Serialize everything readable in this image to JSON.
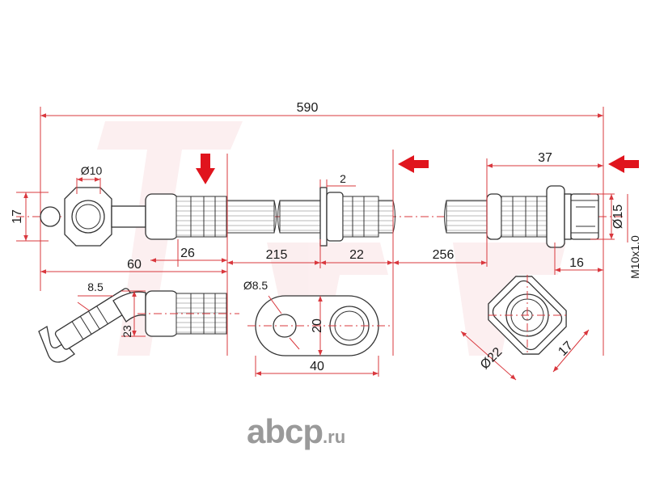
{
  "dimensions": {
    "total_length": "590",
    "eye_diameter": "Ø10",
    "eye_width": "17",
    "eye_to_first_end": "60",
    "first_fitting": "26",
    "span_1": "215",
    "bracket_width": "22",
    "bracket_thickness": "2",
    "span_2": "256",
    "end_fitting": "37",
    "end_diameter": "Ø15",
    "end_thread_len": "16",
    "thread": "M10x1.0",
    "bent_hole": "8.5",
    "bent_height": "23",
    "plate_hole": "Ø8.5",
    "plate_height": "20",
    "plate_length": "40",
    "hex_across": "Ø22",
    "hex_flat": "17"
  },
  "watermark": {
    "logo_main": "abcp",
    "logo_tld": ".ru"
  },
  "colors": {
    "dimension_line": "#d9383e",
    "arrow_fill": "#e0141d",
    "watermark": "#9a9a9a"
  }
}
